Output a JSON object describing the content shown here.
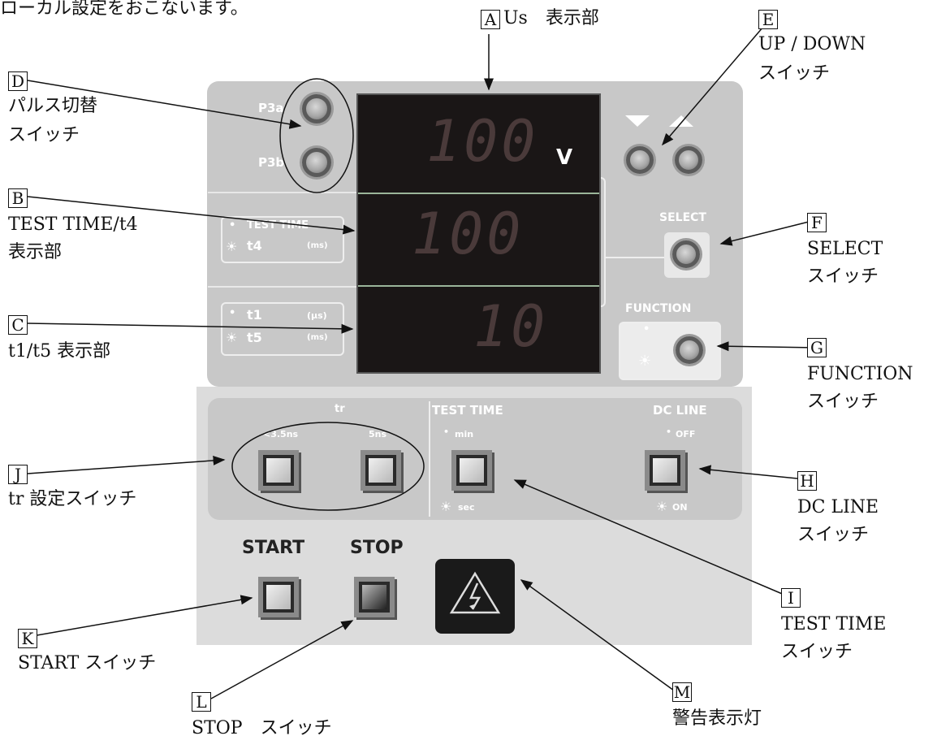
{
  "intro_text": "ローカル設定をおこないます。",
  "callouts": {
    "A": {
      "letter": "A",
      "line1": "Us　表示部"
    },
    "B": {
      "letter": "B",
      "line1": "TEST TIME/t4",
      "line2": "表示部"
    },
    "C": {
      "letter": "C",
      "line1": "t1/t5 表示部"
    },
    "D": {
      "letter": "D",
      "line1": "パルス切替",
      "line2": "スイッチ"
    },
    "E": {
      "letter": "E",
      "line1": "UP / DOWN",
      "line2": "スイッチ"
    },
    "F": {
      "letter": "F",
      "line1": "SELECT",
      "line2": "スイッチ"
    },
    "G": {
      "letter": "G",
      "line1": "FUNCTION",
      "line2": "スイッチ"
    },
    "H": {
      "letter": "H",
      "line1": "DC LINE",
      "line2": "スイッチ"
    },
    "I": {
      "letter": "I",
      "line1": "TEST TIME",
      "line2": "スイッチ"
    },
    "J": {
      "letter": "J",
      "line1": "tr 設定スイッチ"
    },
    "K": {
      "letter": "K",
      "line1": "START スイッチ"
    },
    "L": {
      "letter": "L",
      "line1": "STOP　スイッチ"
    },
    "M": {
      "letter": "M",
      "line1": "警告表示灯"
    }
  },
  "panel": {
    "p3a": "P3a",
    "p3b": "P3b",
    "display_us": "100",
    "unit_v": "V",
    "display_time": "100",
    "display_t1": "10",
    "test_time_lbl": "TEST TIME",
    "t4_lbl": "t4",
    "ms_lbl": "(ms)",
    "t1_lbl": "t1",
    "us_lbl": "(μs)",
    "t5_lbl": "t5",
    "ms_lbl2": "(ms)",
    "select_lbl": "SELECT",
    "function_lbl": "FUNCTION",
    "tr_lbl": "tr",
    "tr_opt1": "<3.5ns",
    "tr_opt2": "5ns",
    "test_time_sw": "TEST TIME",
    "min_lbl": "min",
    "sec_lbl": "sec",
    "dc_line": "DC LINE",
    "off_lbl": "OFF",
    "on_lbl": "ON",
    "start": "START",
    "stop": "STOP"
  }
}
